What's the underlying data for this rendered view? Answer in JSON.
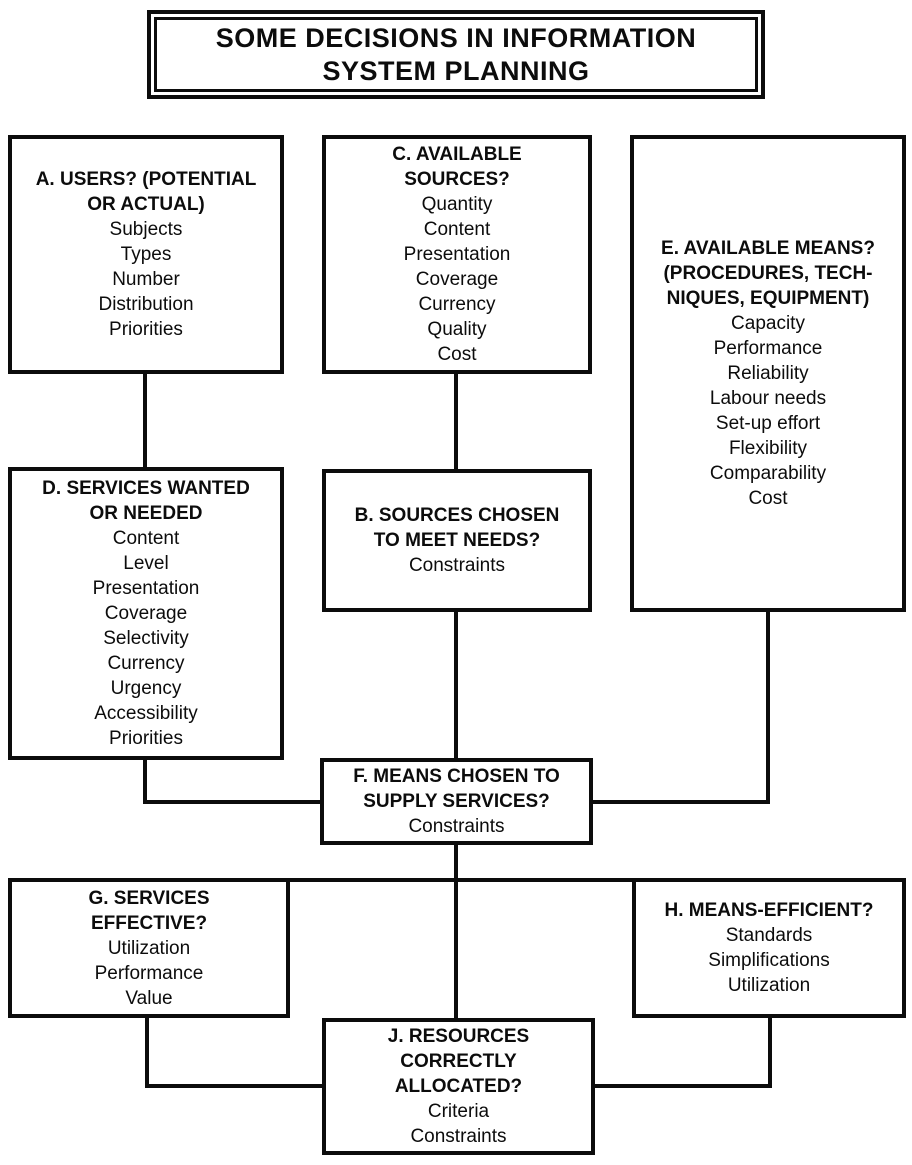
{
  "title": {
    "lines": [
      "SOME DECISIONS IN INFORMATION",
      "SYSTEM PLANNING"
    ]
  },
  "boxes": {
    "a": {
      "heading_lines": [
        "A. USERS? (POTENTIAL",
        "OR ACTUAL)"
      ],
      "items": [
        "Subjects",
        "Types",
        "Number",
        "Distribution",
        "Priorities"
      ]
    },
    "c": {
      "heading_lines": [
        "C. AVAILABLE",
        "SOURCES?"
      ],
      "items": [
        "Quantity",
        "Content",
        "Presentation",
        "Coverage",
        "Currency",
        "Quality",
        "Cost"
      ]
    },
    "e": {
      "heading_lines": [
        "E. AVAILABLE MEANS?",
        "(PROCEDURES, TECH-",
        "NIQUES, EQUIPMENT)"
      ],
      "items": [
        "Capacity",
        "Performance",
        "Reliability",
        "Labour needs",
        "Set-up effort",
        "Flexibility",
        "Comparability",
        "Cost"
      ]
    },
    "d": {
      "heading_lines": [
        "D. SERVICES WANTED",
        "OR NEEDED"
      ],
      "items": [
        "Content",
        "Level",
        "Presentation",
        "Coverage",
        "Selectivity",
        "Currency",
        "Urgency",
        "Accessibility",
        "Priorities"
      ]
    },
    "b": {
      "heading_lines": [
        "B. SOURCES CHOSEN",
        "TO MEET NEEDS?"
      ],
      "items": [
        "Constraints"
      ]
    },
    "f": {
      "heading_lines": [
        "F. MEANS CHOSEN TO",
        "SUPPLY SERVICES?"
      ],
      "items": [
        "Constraints"
      ]
    },
    "g": {
      "heading_lines": [
        "G. SERVICES",
        "EFFECTIVE?"
      ],
      "items": [
        "Utilization",
        "Performance",
        "Value"
      ]
    },
    "h": {
      "heading_lines": [
        "H. MEANS-EFFICIENT?"
      ],
      "items": [
        "Standards",
        "Simplifications",
        "Utilization"
      ]
    },
    "j": {
      "heading_lines": [
        "J. RESOURCES",
        "CORRECTLY",
        "ALLOCATED?"
      ],
      "items": [
        "Criteria",
        "Constraints"
      ]
    }
  },
  "colors": {
    "ink": "#0c0c0c",
    "paper": "#ffffff"
  }
}
